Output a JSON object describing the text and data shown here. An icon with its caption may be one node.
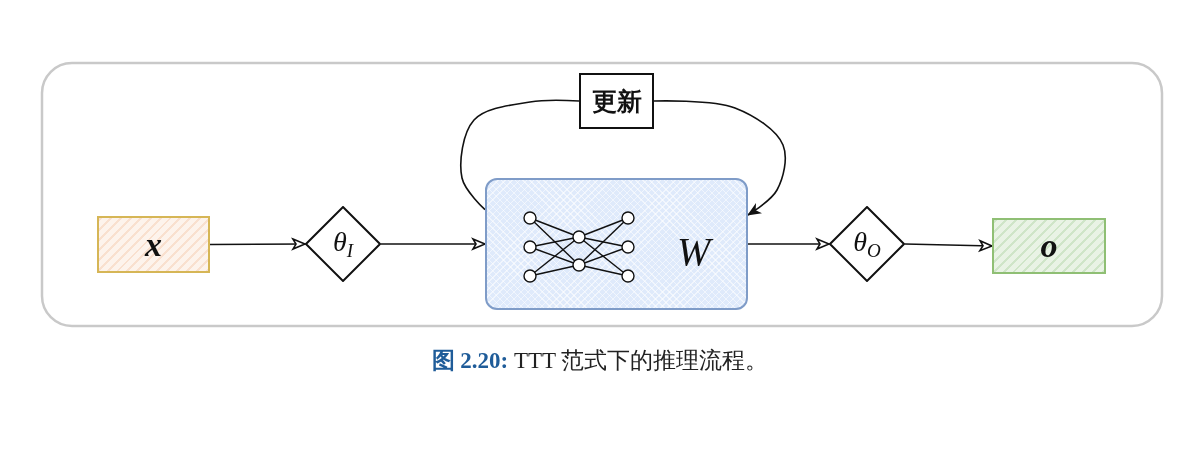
{
  "diagram": {
    "caption": "**图 2.20:** TTT 范式下的推理流程。",
    "nodes": [
      {
        "text": [
          "x"
        ]
      },
      {
        "text": [
          "θ$_{I}$"
        ]
      },
      {
        "text": [
          "W"
        ]
      },
      {
        "text": [
          "θ$_{O}$"
        ]
      },
      {
        "text": [
          "o"
        ]
      },
      {
        "text": [
          "更新"
        ]
      }
    ],
    "edges": [
      {
        "from": 0,
        "to": 1,
        "arrow": "to"
      },
      {
        "from": 1,
        "to": 2,
        "arrow": "to"
      },
      {
        "from": 2,
        "to": 3,
        "arrow": "to"
      },
      {
        "from": 3,
        "to": 4,
        "arrow": "to"
      },
      {
        "from": 2,
        "to": 5,
        "arrow": "none"
      },
      {
        "from": 5,
        "to": 2,
        "arrow": "to"
      }
    ]
  }
}
